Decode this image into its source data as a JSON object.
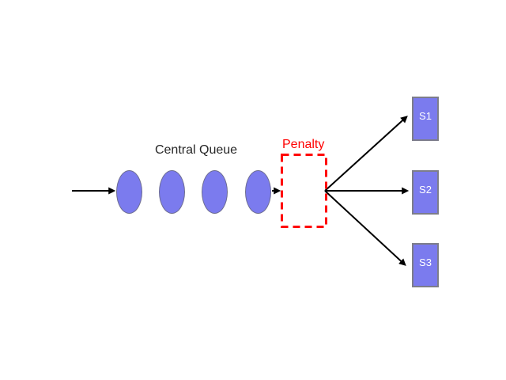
{
  "labels": {
    "queue": "Central Queue",
    "penalty": "Penalty"
  },
  "queue": {
    "item_count": 4
  },
  "servers": [
    {
      "label": "S1"
    },
    {
      "label": "S2"
    },
    {
      "label": "S3"
    }
  ],
  "colors": {
    "background": "#ffffff",
    "node_fill": "#7b7bee",
    "node_border": "#6d6d91",
    "server_border": "#7d7d8a",
    "server_text": "#ffffff",
    "label_text": "#262626",
    "penalty": "#ff0000",
    "arrow": "#000000"
  }
}
